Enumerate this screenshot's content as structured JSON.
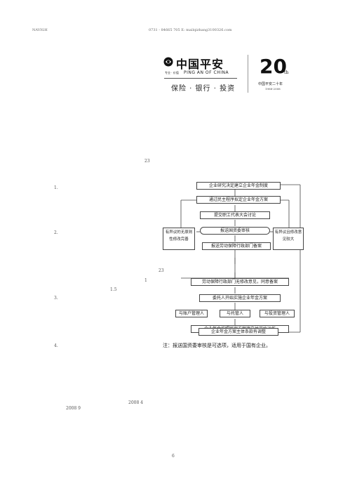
{
  "header": {
    "left_tag": "NAVIGH",
    "contact": "0731 - 84665 705 E: mailqizhang3100326.com"
  },
  "logo": {
    "brand_cn": "中国平安",
    "brand_en": "PING AN OF CHINA",
    "brand_small": "专业 · 价值",
    "tagline": "保险 · 银行 · 投资",
    "anniversary_number": "20",
    "anniversary_suffix": "th",
    "anniversary_cn": "中国平安二十年",
    "anniversary_years": "1988-2008"
  },
  "body": {
    "n23": "23",
    "list_1": "1.",
    "list_2": "2.",
    "side_23": "23",
    "side_1": "1",
    "n15": "1.5",
    "list_3": "3.",
    "list_4": "4.",
    "date_a": "2008   4",
    "date_b": "2008   9",
    "page_number": "6"
  },
  "flowchart": {
    "steps": [
      "企业研究决定建立企业年金制度",
      "通过民主程序拟定企业年金方案",
      "提交职工代表大会讨论",
      "报送国资委审核",
      "报送劳动保障行政部门备案",
      "劳动保障行政部门无修改意见，同意备案",
      "委托人开始实施企业年金方案",
      "与账户管理人",
      "与托管人",
      "与投资管理人",
      "企业年金按照既定方案建立并开始运作",
      "企业年金方案主体条款有调整"
    ],
    "left_side": "有异议的无原则性修改完善",
    "right_side": "有异议且修改意见较大",
    "note": "注：报送国资委审核是可选项，适用于国有企业。"
  }
}
